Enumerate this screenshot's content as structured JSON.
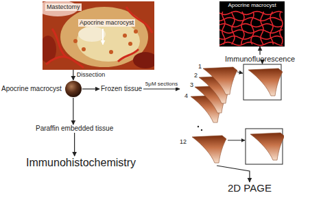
{
  "diagram": {
    "nodes": [
      {
        "text": [
          "Mastectomy",
          "Apocrine macrocyst"
        ]
      },
      {
        "text": [
          "Apocrine macrocyst"
        ]
      },
      {
        "text": [
          "Apocrine macrocyst"
        ]
      },
      {
        "text": [
          "Frozen tissue"
        ]
      },
      {
        "text": [
          "Paraffin embedded tissue"
        ]
      },
      {
        "text": [
          "Immunohistochemistry"
        ]
      },
      {
        "text": [
          "1",
          "2",
          "3",
          "4",
          "12"
        ]
      },
      {
        "text": [
          "Immunofluorescence"
        ]
      },
      {
        "text": [
          "2D PAGE"
        ]
      }
    ],
    "edges": [
      {
        "from": 0,
        "to": 2,
        "arrow": "to",
        "label": "Dissection"
      },
      {
        "from": 2,
        "to": 3,
        "arrow": "to"
      },
      {
        "from": 3,
        "to": 6,
        "arrow": "to",
        "label": "5μM sections"
      },
      {
        "from": 2,
        "to": 4,
        "arrow": "to"
      },
      {
        "from": 4,
        "to": 5,
        "arrow": "to"
      },
      {
        "from": 6,
        "to": 7,
        "arrow": "to"
      },
      {
        "from": 7,
        "to": 1,
        "arrow": "to"
      },
      {
        "from": 6,
        "to": 8,
        "arrow": "to"
      }
    ]
  }
}
